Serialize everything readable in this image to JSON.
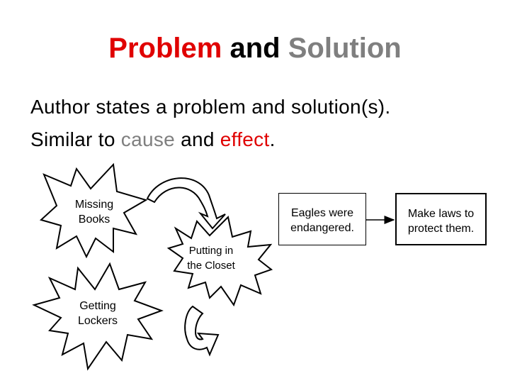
{
  "title": {
    "part1": "Problem",
    "part2": "and",
    "part3": "Solution"
  },
  "body": {
    "line1": "Author states a problem and solution(s).",
    "line2_a": "Similar to ",
    "line2_b": "cause",
    "line2_c": " and ",
    "line2_d": "effect",
    "line2_e": "."
  },
  "diagram": {
    "starburst_1_line1": "Missing",
    "starburst_1_line2": "Books",
    "starburst_2_line1": "Putting in",
    "starburst_2_line2": "the Closet",
    "starburst_3_line1": "Getting",
    "starburst_3_line2": "Lockers",
    "box_1_line1": "Eagles were",
    "box_1_line2": "endangered.",
    "box_2_line1": "Make laws to",
    "box_2_line2": "protect them."
  },
  "colors": {
    "problem": "#e00000",
    "solution": "#7f7f7f",
    "cause": "#7f7f7f",
    "effect": "#e00000"
  }
}
